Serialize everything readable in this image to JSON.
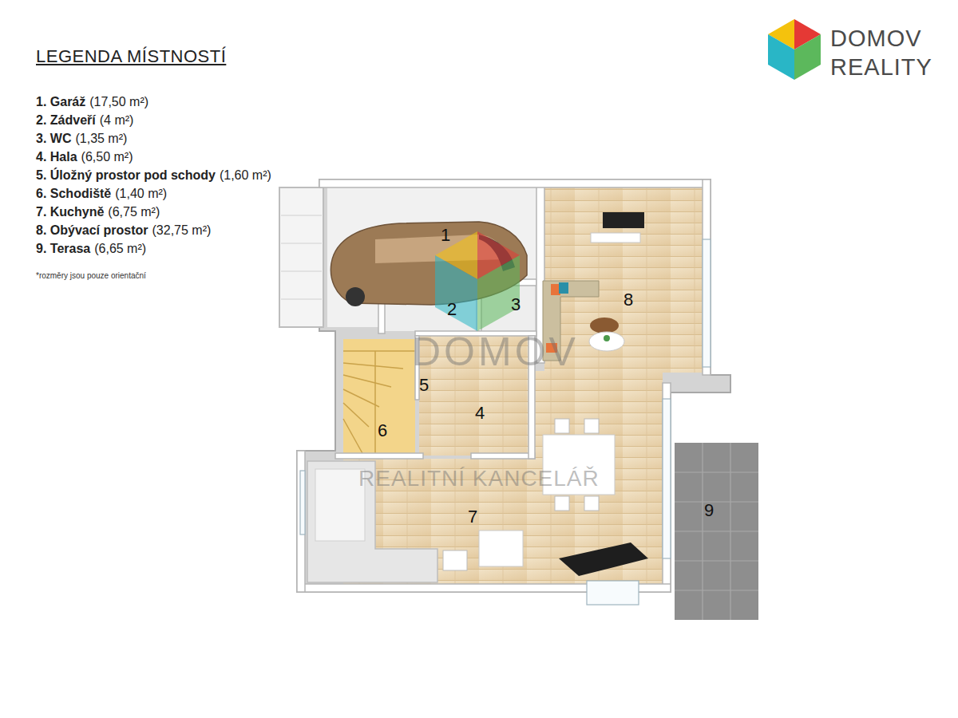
{
  "diagram": {
    "title": "LEGENDA MÍSTNOSTÍ",
    "labels": [
      "DOMOV",
      "REALITY",
      "1. Garáž",
      "(17,50 m²)",
      "2. Zádveří",
      "(4 m²)",
      "3. WC",
      "(1,35 m²)",
      "4. Hala",
      "(6,50 m²)",
      "5. Úložný prostor pod schody",
      "(1,60 m²)",
      "6. Schodiště",
      "(1,40 m²)",
      "7. Kuchyně",
      "(6,75 m²)",
      "8. Obývací prostor",
      "(32,75 m²)",
      "9. Terasa",
      "(6,65 m²)",
      "*rozměry jsou pouze orientační",
      "1",
      "2",
      "3",
      "4",
      "5",
      "6",
      "7",
      "8",
      "9",
      "DOMOV",
      "REALITNÍ KANCELÁŘ"
    ]
  }
}
